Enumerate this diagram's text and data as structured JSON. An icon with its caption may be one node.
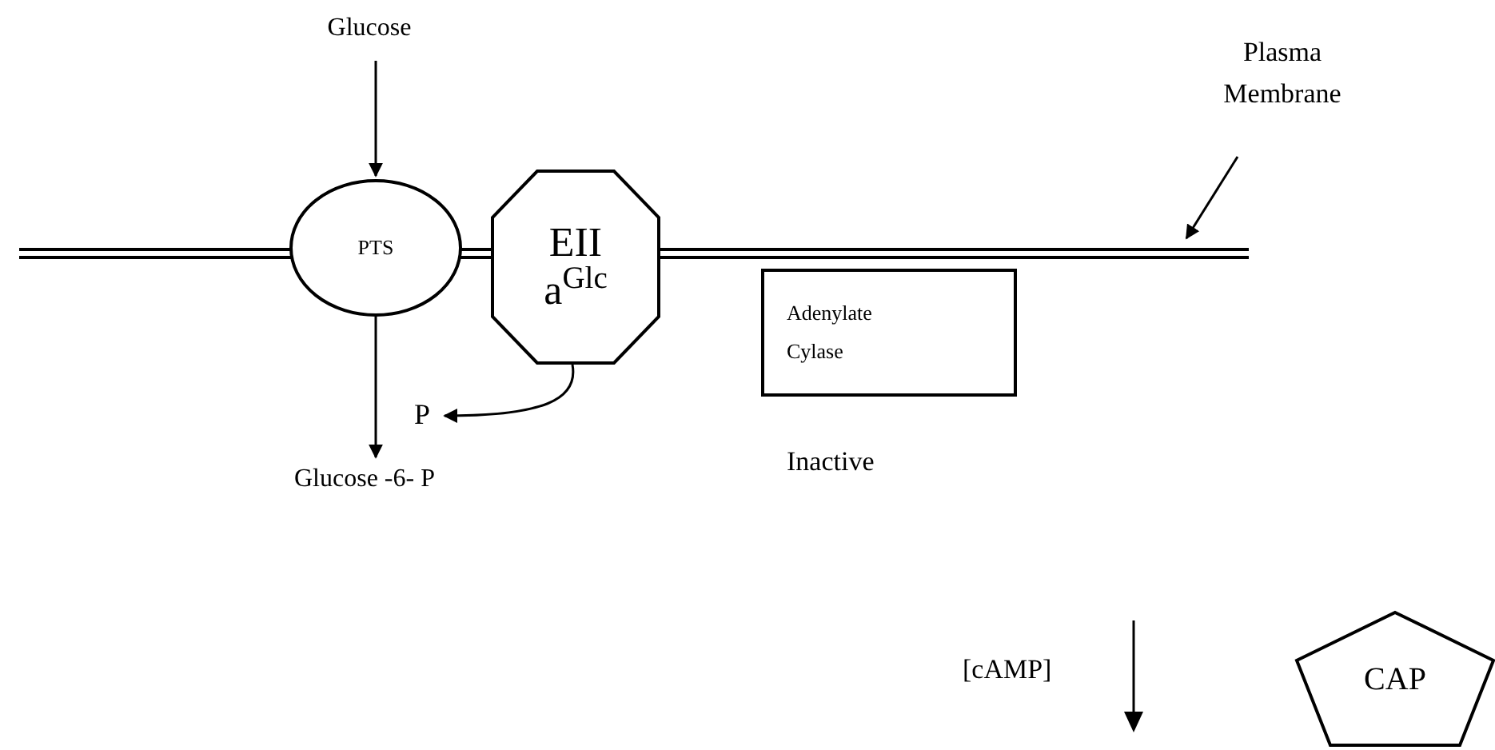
{
  "diagram": {
    "nodes": [
      {
        "text": [
          "Glucose"
        ]
      },
      {
        "text": [
          "PTS"
        ]
      },
      {
        "text": [
          "EII a$^{Glc}$"
        ]
      },
      {
        "text": [
          "Adenylate Cylase"
        ],
        "beside": [
          "Inactive"
        ]
      },
      {
        "text": [
          "P"
        ]
      },
      {
        "text": [
          "Glucose -6- P"
        ]
      },
      {
        "text": [
          "Plasma Membrane"
        ]
      },
      {
        "text": [],
        "shape": "bar"
      },
      {
        "text": [
          "CAP"
        ]
      }
    ],
    "edges": [
      {
        "from": 0,
        "to": 1,
        "arrow": "to"
      },
      {
        "from": 1,
        "to": 5,
        "arrow": "to"
      },
      {
        "from": 2,
        "to": 4,
        "arrow": "to"
      },
      {
        "from": 6,
        "to": 7,
        "arrow": "to"
      }
    ],
    "labels": [
      "[cAMP]"
    ]
  }
}
